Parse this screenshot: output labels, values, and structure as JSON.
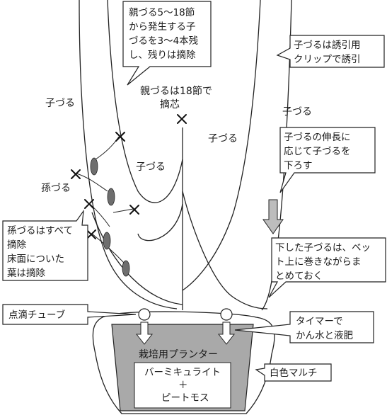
{
  "callouts": {
    "main_vine_side_shoots": [
      "親づる5〜18節",
      "から発生する子",
      "づるを3〜4本残",
      "し、残りは摘除"
    ],
    "clip": [
      "子づるは誘引用",
      "クリップで誘引"
    ],
    "lower_vines": [
      "子づるの伸長に",
      "応じて子づるを",
      "下ろす"
    ],
    "grandchild_removal": [
      "孫づるはすべて",
      "摘除",
      "床面についた",
      "葉は摘除"
    ],
    "lowered_vines": [
      "下した子づるは、ベッ",
      "ト上に巻きながらま",
      "とめておく"
    ],
    "drip_tube": [
      "点滴チューブ"
    ],
    "timer": [
      "タイマーで",
      "かん水と液肥"
    ],
    "white_mulch": [
      "白色マルチ"
    ]
  },
  "labels": {
    "main_vine_pinch": [
      "親づるは18節で",
      "摘芯"
    ],
    "child_vine_1": "子づる",
    "child_vine_2": "子づる",
    "child_vine_3": "子づる",
    "child_vine_4": "子づる",
    "grandchild_vine": "孫づる"
  },
  "planter": {
    "title": "栽培用プランター",
    "medium": [
      "バーミキュライト",
      "＋",
      "ピートモス"
    ]
  },
  "colors": {
    "planter_fill": "#a9a9a9",
    "leaf_fill": "#6e6e6e",
    "line": "#222222"
  }
}
